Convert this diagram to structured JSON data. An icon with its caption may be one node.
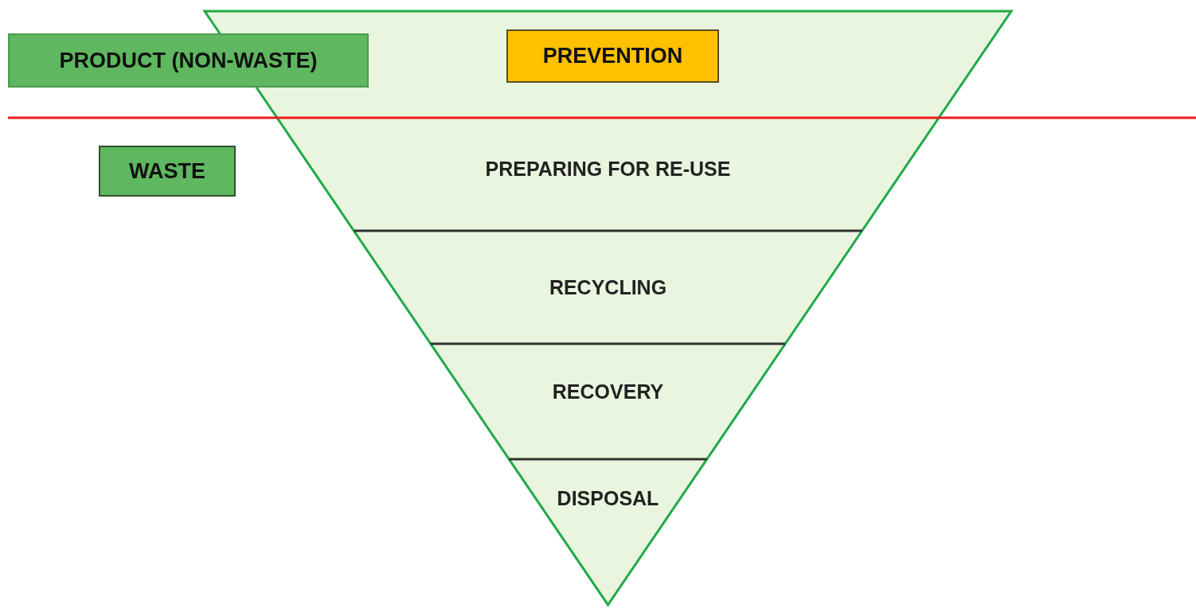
{
  "diagram": {
    "nodes": [
      {
        "text": [
          "PRODUCT (NON-WASTE)"
        ]
      },
      {
        "text": [],
        "shape": "band"
      },
      {
        "text": [
          "PREVENTION"
        ],
        "in": 1
      },
      {
        "text": [
          "WASTE"
        ]
      },
      {
        "text": [
          "PREPARING FOR RE-USE"
        ]
      },
      {
        "text": [
          "RECYCLING"
        ]
      },
      {
        "text": [
          "RECOVERY"
        ]
      },
      {
        "text": [
          "DISPOSAL"
        ]
      }
    ]
  }
}
